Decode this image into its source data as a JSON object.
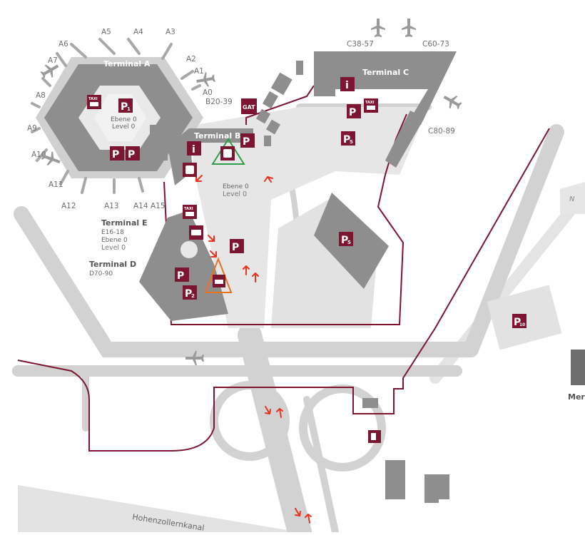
{
  "terminals": {
    "a": {
      "name": "Terminal A",
      "level_de": "Ebene 0",
      "level_en": "Level 0"
    },
    "b": {
      "name": "Terminal B",
      "level_de": "Ebene 0",
      "level_en": "Level 0"
    },
    "c": {
      "name": "Terminal C"
    },
    "d": {
      "name": "Terminal D",
      "gates": "D70-90"
    },
    "e": {
      "name": "Terminal E",
      "gates": "E16-18",
      "level_de": "Ebene 0",
      "level_en": "Level 0"
    }
  },
  "gates": {
    "a0": "A0",
    "a1": "A1",
    "a2": "A2",
    "a3": "A3",
    "a4": "A4",
    "a5": "A5",
    "a6": "A6",
    "a7": "A7",
    "a8": "A8",
    "a9": "A9",
    "a10": "A10",
    "a11": "A11",
    "a12": "A12",
    "a13": "A13",
    "a14": "A14",
    "a15": "A15",
    "b20_39": "B20-39",
    "c38_57": "C38-57",
    "c60_73": "C60-73",
    "c80_89": "C80-89"
  },
  "icons": {
    "parking": "P",
    "p1": "1",
    "p2": "2",
    "p5": "5",
    "p10": "10",
    "info": "i",
    "gat": "GAT",
    "taxi": "TAXI"
  },
  "places": {
    "canal": "Hohenzollernkanal",
    "mer": "Mer"
  },
  "colors": {
    "maroon": "#7b1530",
    "building": "#8c8c8c",
    "road": "#d4d4d4",
    "arrow": "#e8321e",
    "triangle_green": "#2f9e44",
    "triangle_orange": "#e8731e"
  }
}
